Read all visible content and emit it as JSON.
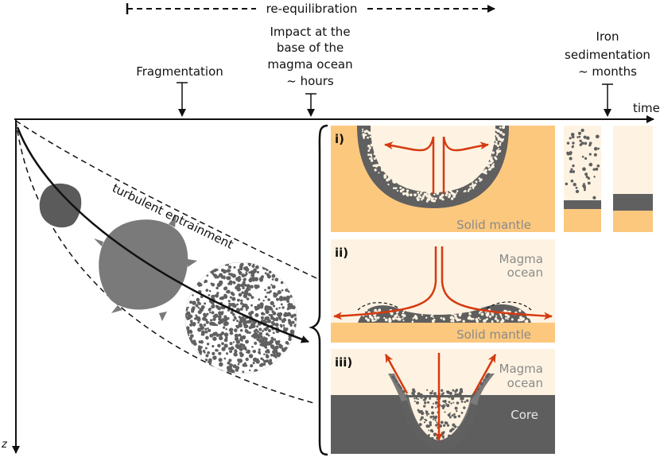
{
  "top_arrow": {
    "label": "re-equilibration"
  },
  "timeline": {
    "axis_label": "time",
    "z_label": "z",
    "events": [
      {
        "lines": [
          "Fragmentation"
        ]
      },
      {
        "lines": [
          "Impact at the",
          "base of the",
          "magma ocean",
          "~ hours"
        ]
      },
      {
        "lines": [
          "Iron",
          "sedimentation",
          "~ months"
        ]
      }
    ]
  },
  "trajectory": {
    "label": "turbulent entrainment"
  },
  "panels": [
    {
      "id": "i)",
      "labels": [
        "Solid mantle"
      ]
    },
    {
      "id": "ii)",
      "labels": [
        "Magma",
        "ocean",
        "Solid mantle"
      ]
    },
    {
      "id": "iii)",
      "labels": [
        "Magma",
        "ocean",
        "Core"
      ]
    }
  ],
  "colors": {
    "solid_mantle": "#fcc87e",
    "magma_ocean": "#fef3e2",
    "iron": "#606060",
    "core": "#5e5e5e",
    "flow_arrow": "#d63a10"
  }
}
